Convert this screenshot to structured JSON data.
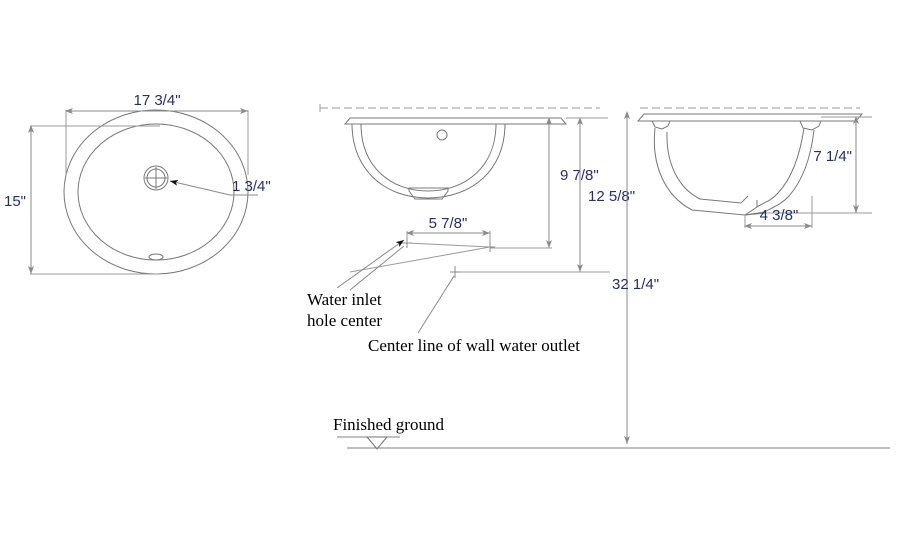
{
  "drawing": {
    "type": "technical-dimension-drawing",
    "subject": "undermount oval bathroom sink",
    "units": "inches",
    "views": [
      {
        "name": "top-view",
        "label": ""
      },
      {
        "name": "front-view",
        "label": ""
      },
      {
        "name": "side-view",
        "label": ""
      }
    ]
  },
  "colors": {
    "dimension_text": "#252f6b",
    "note_text": "#000000",
    "object_line": "#787878",
    "dimension_line": "#8a8a8a",
    "background": "#ffffff"
  },
  "top_view": {
    "width_dim": "17 3/4\"",
    "height_dim": "15\"",
    "faucet_hole_dim": "1 3/4\""
  },
  "front_view": {
    "bowl_depth_dim": "9 7/8\"",
    "to_inlet_dim": "12 5/8\"",
    "inlet_spread_dim": "5 7/8\"",
    "floor_to_counter_dim": "32 1/4\"",
    "note_water_inlet_line1": "Water inlet",
    "note_water_inlet_line2": "hole center",
    "note_wall_outlet": "Center line of wall water outlet",
    "note_finished_ground": "Finished ground"
  },
  "side_view": {
    "depth_dim": "7 1/4\"",
    "drain_width_dim": "4 3/8\""
  }
}
